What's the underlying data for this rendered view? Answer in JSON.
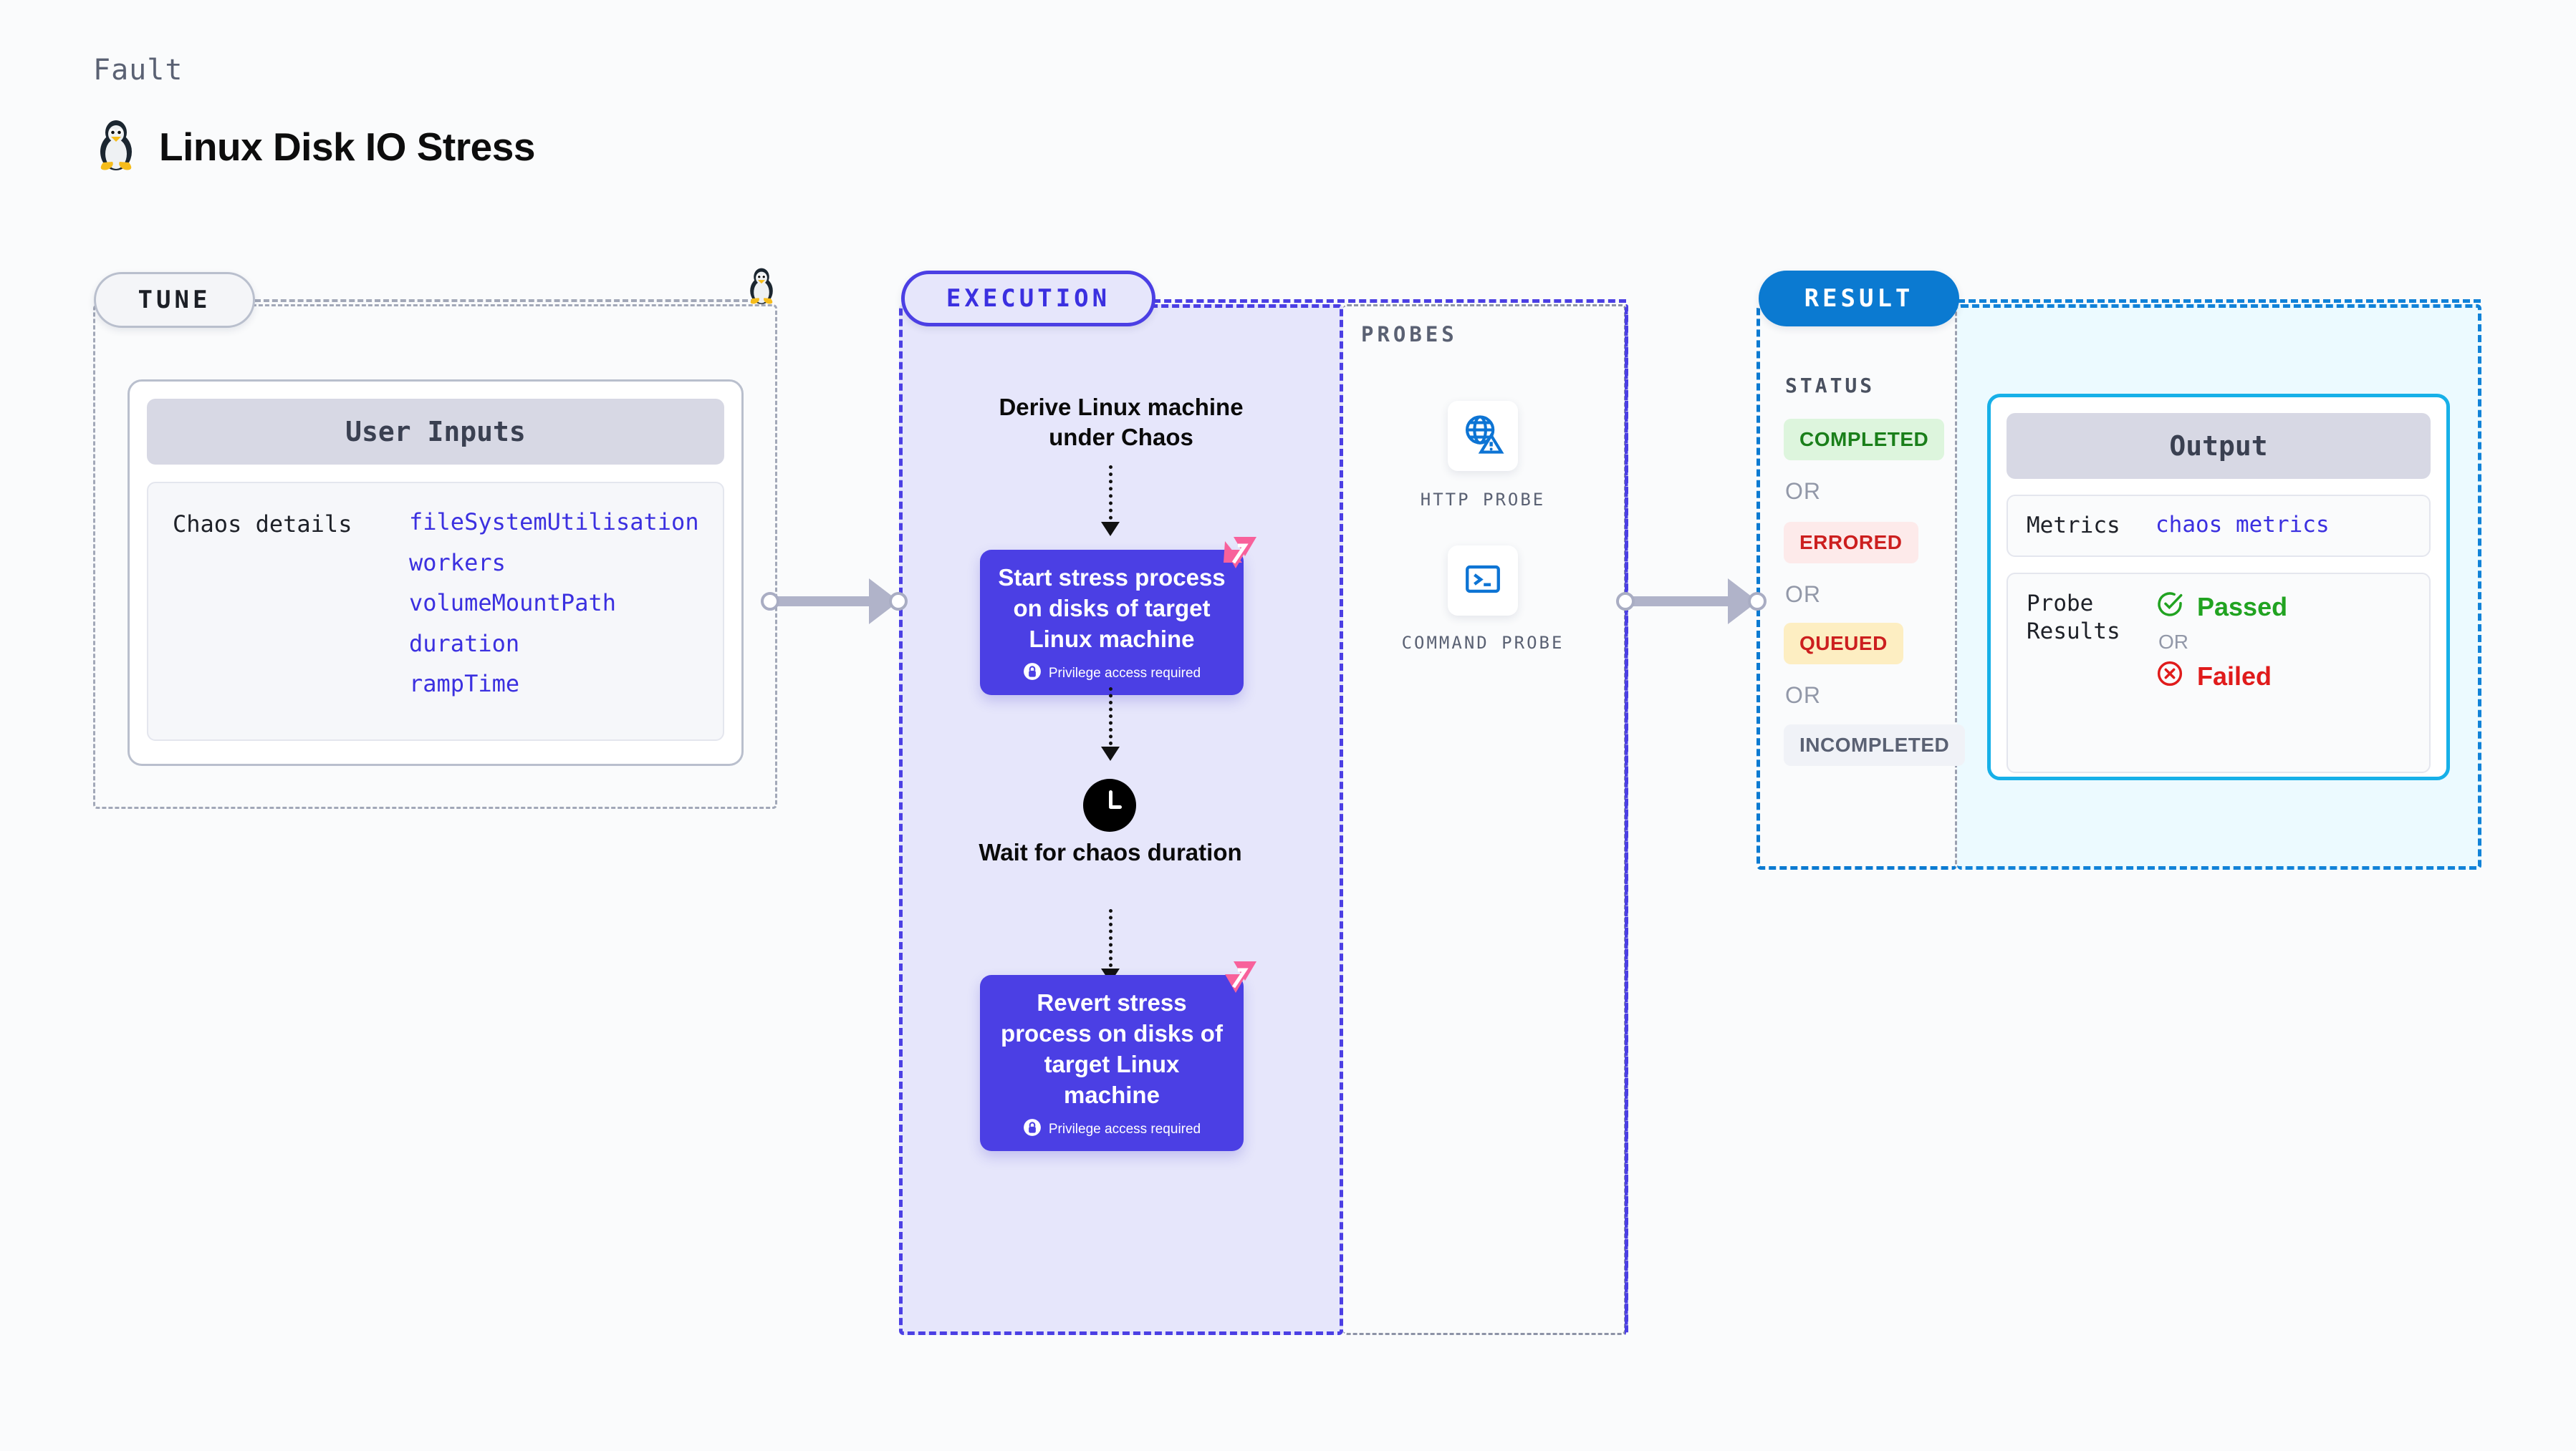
{
  "header": {
    "kicker": "Fault",
    "title": "Linux Disk IO Stress",
    "icon": "linux-tux-icon"
  },
  "tune": {
    "pill_label": "TUNE",
    "icon": "linux-tux-icon",
    "card": {
      "header": "User Inputs",
      "row_label": "Chaos details",
      "values": [
        "fileSystemUtilisation",
        "workers",
        "volumeMountPath",
        "duration",
        "rampTime"
      ]
    }
  },
  "execution": {
    "pill_label": "EXECUTION",
    "step1_text": "Derive Linux machine under Chaos",
    "step2": {
      "title": "Start stress process on disks of target Linux machine",
      "sub": "Privilege access required",
      "sub_icon": "lock-icon",
      "badge_icon": "litmus-logo-icon"
    },
    "step3": {
      "icon": "clock-icon",
      "text": "Wait for chaos duration"
    },
    "step4": {
      "title": "Revert stress process on disks of target Linux machine",
      "sub": "Privilege access required",
      "sub_icon": "lock-icon",
      "badge_icon": "litmus-logo-icon"
    }
  },
  "probes": {
    "section_label": "PROBES",
    "items": [
      {
        "icon": "globe-warning-icon",
        "caption": "HTTP PROBE"
      },
      {
        "icon": "terminal-icon",
        "caption": "COMMAND PROBE"
      }
    ]
  },
  "result": {
    "pill_label": "RESULT",
    "status_label": "STATUS",
    "or_label": "OR",
    "statuses": [
      {
        "label": "COMPLETED",
        "text_color": "#1a7f1a",
        "bg_color": "#ddf5dd"
      },
      {
        "label": "ERRORED",
        "text_color": "#cc1f1f",
        "bg_color": "#fdeaea"
      },
      {
        "label": "QUEUED",
        "text_color": "#cc1f1f",
        "bg_color": "#fdeec2"
      },
      {
        "label": "INCOMPLETED",
        "text_color": "#5a6173",
        "bg_color": "#f0f2f7"
      }
    ],
    "output": {
      "header": "Output",
      "metrics_label": "Metrics",
      "metrics_value": "chaos metrics",
      "probe_results_label": "Probe Results",
      "passed_label": "Passed",
      "passed_icon": "check-circle-icon",
      "passed_color": "#21a321",
      "or_label": "OR",
      "failed_label": "Failed",
      "failed_icon": "x-circle-icon",
      "failed_color": "#e01b1b"
    }
  },
  "colors": {
    "purple": "#4b3fe4",
    "purple_fill": "#e6e6fb",
    "blue": "#0b7ad1",
    "cyan": "#17b0e8",
    "cyan_fill": "#ecfaff",
    "gray_dash": "#a2a8b8",
    "pink": "#f8619b"
  }
}
